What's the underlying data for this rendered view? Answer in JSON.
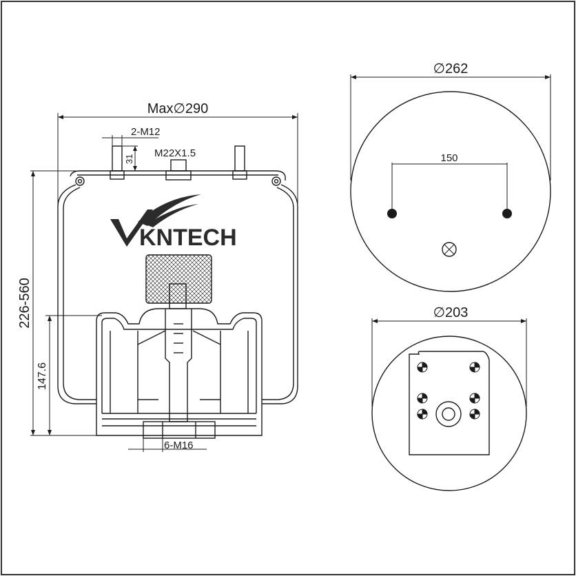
{
  "brand": {
    "logo_text": "KNTECH"
  },
  "side_view": {
    "max_diameter": "Max∅290",
    "top_bolts": "2-M12",
    "center_thread": "M22X1.5",
    "stud_height": "31",
    "overall_height": "226-560",
    "piston_height": "147.6",
    "bottom_bolts": "6-M16"
  },
  "top_view": {
    "diameter": "∅262",
    "bolt_spacing": "150"
  },
  "bottom_view": {
    "diameter": "∅203"
  },
  "colors": {
    "line": "#1a1a1a",
    "frame": "#333333"
  }
}
